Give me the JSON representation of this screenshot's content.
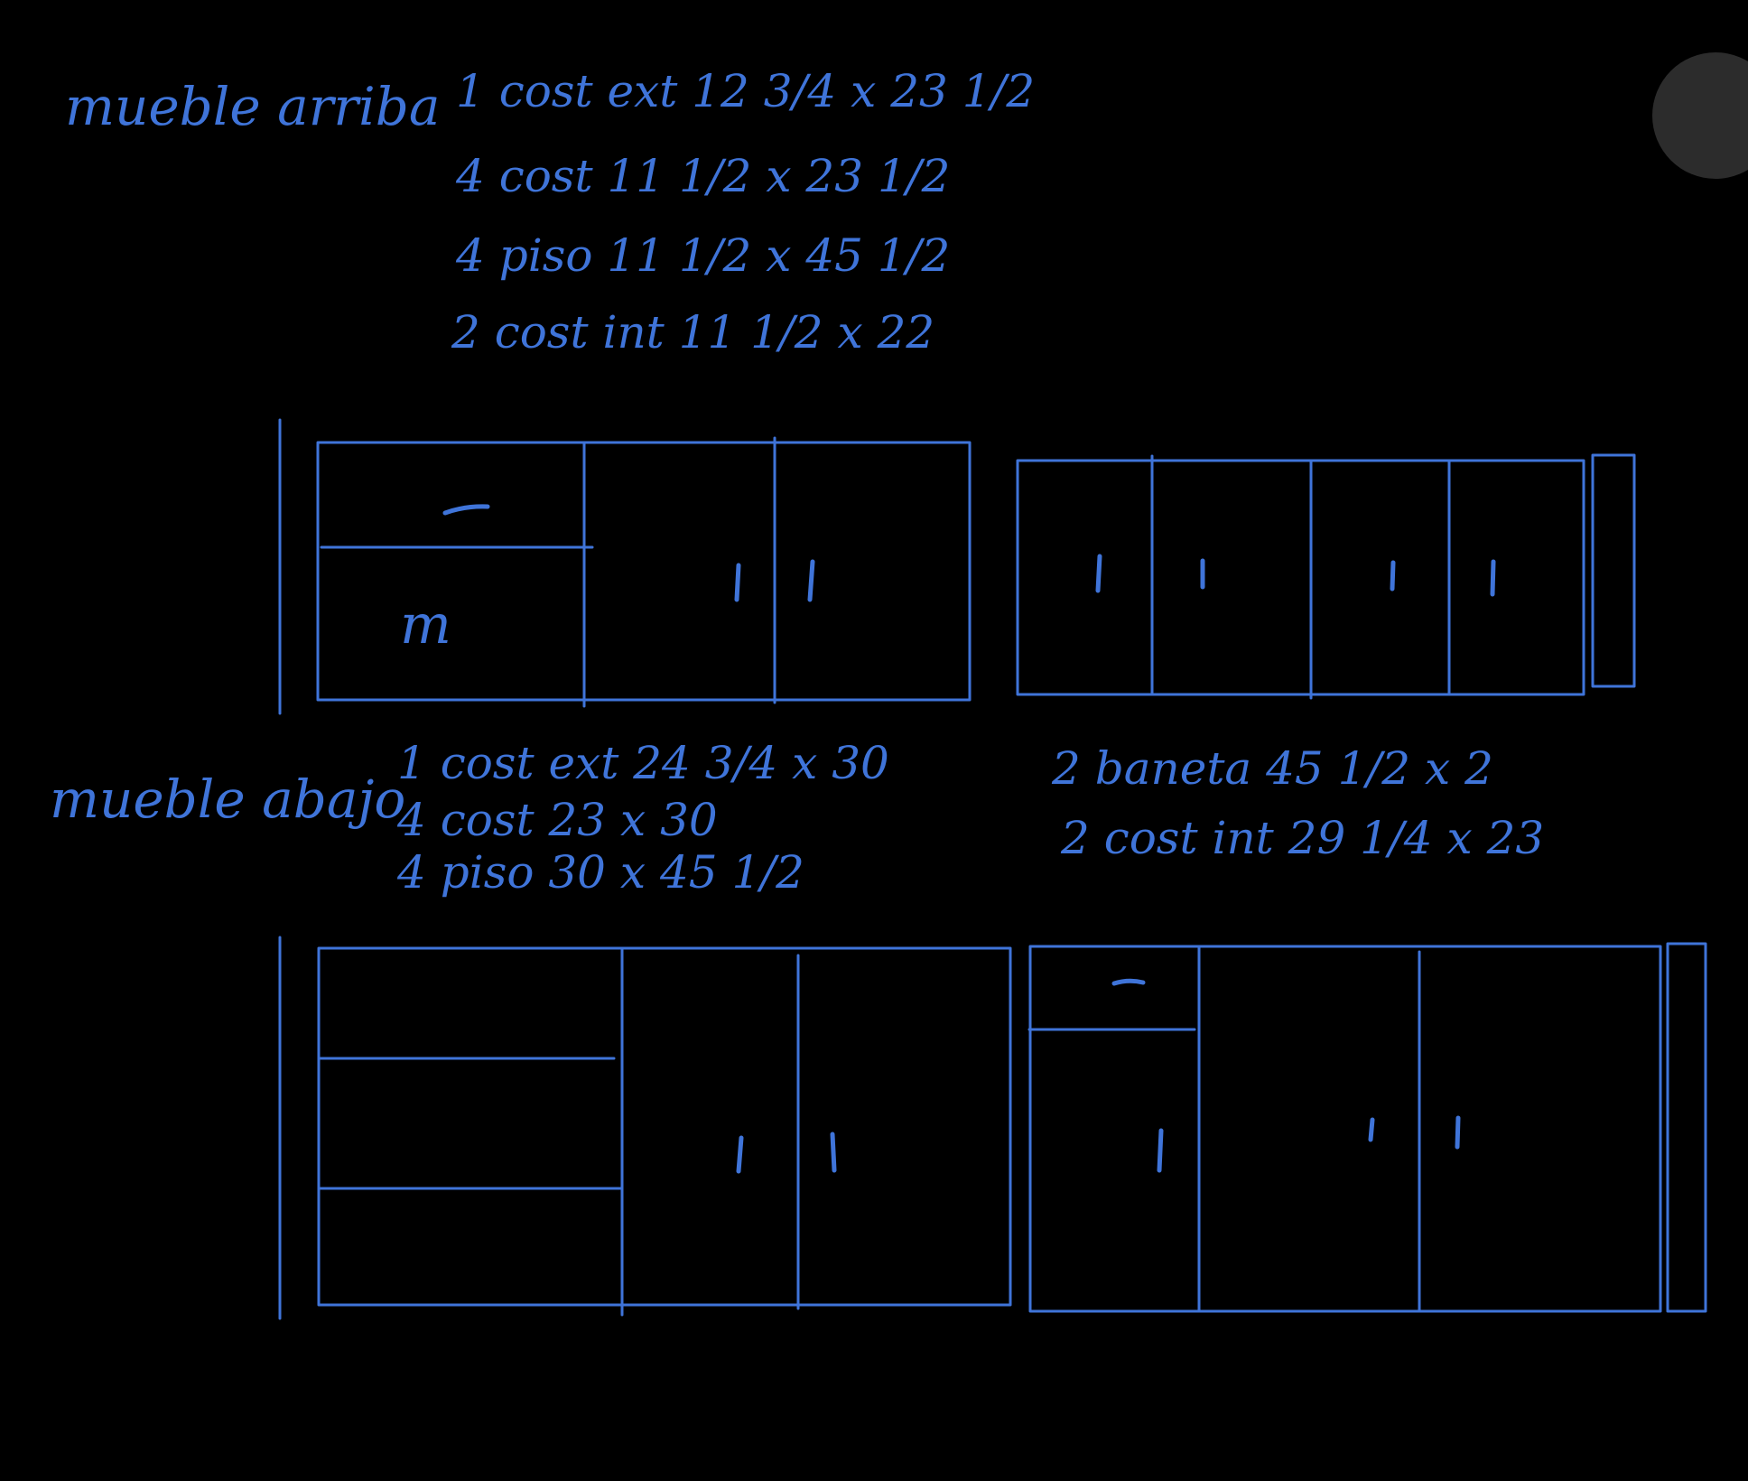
{
  "colors": {
    "ink": "#3f74d9",
    "background": "#000000",
    "floating_button": "#2c2c2c"
  },
  "upper_cabinet": {
    "title": "mueble arriba",
    "lines": [
      "1 cost ext 12 3/4 x 23 1/2",
      "4 cost 11 1/2 x 23 1/2",
      "4 piso 11 1/2 x 45 1/2",
      "2 cost int 11 1/2 x 22"
    ]
  },
  "lower_cabinet": {
    "title": "mueble abajo",
    "lines": [
      "1 cost ext 24 3/4 x 30",
      "4 cost 23 x 30",
      "4 piso 30 x 45 1/2"
    ],
    "extra_lines": [
      "2 baneta 45 1/2 x 2",
      "2 cost int 29 1/4 x 23"
    ]
  },
  "sketch_marks": {
    "microwave": "m"
  }
}
